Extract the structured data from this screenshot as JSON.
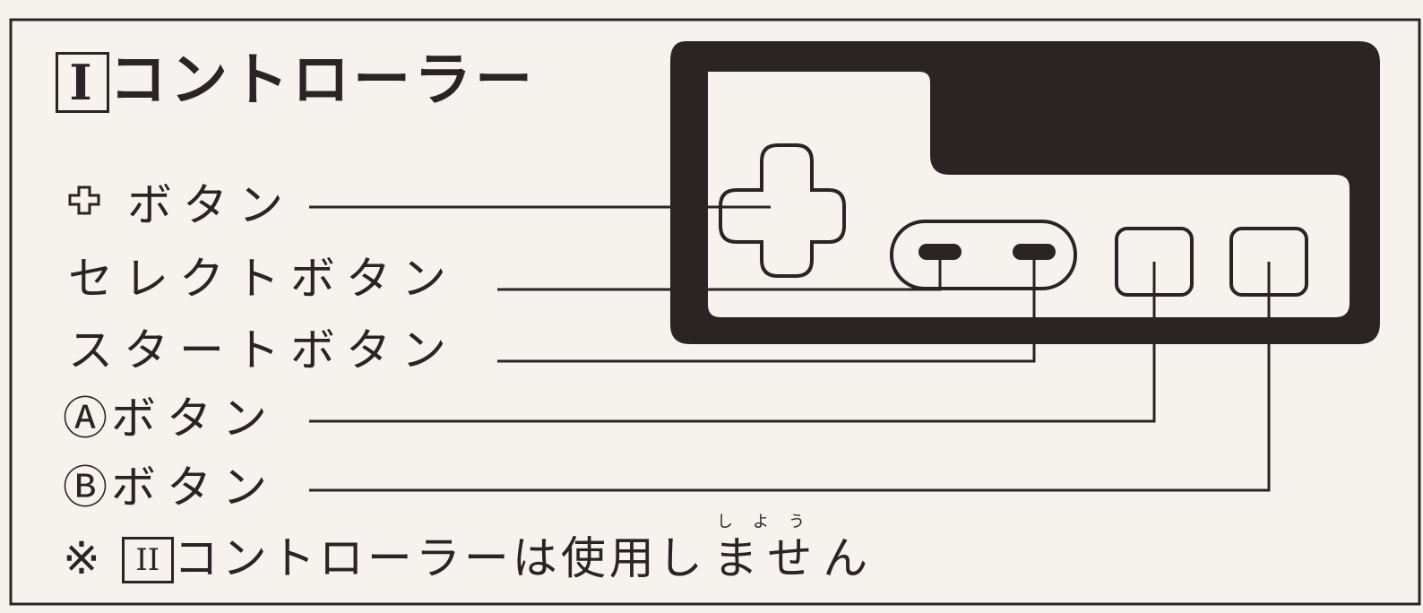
{
  "title": {
    "box": "I",
    "text": "コントローラー"
  },
  "labels": {
    "dpad": {
      "icon": "cross-outline-icon",
      "text": "ボタン"
    },
    "select": {
      "text": "セレクトボタン"
    },
    "start": {
      "text": "スタートボタン"
    },
    "a": {
      "mark": "Ⓐ",
      "text": "ボタン"
    },
    "b": {
      "mark": "Ⓑ",
      "text": "ボタン"
    }
  },
  "note": {
    "mark": "※",
    "box": "II",
    "text_before": "コントローラーは",
    "kanji": "使用",
    "ruby": "しよう",
    "text_after": "しません"
  },
  "colors": {
    "ink": "#2b2424",
    "paper": "#f6f3ef"
  }
}
